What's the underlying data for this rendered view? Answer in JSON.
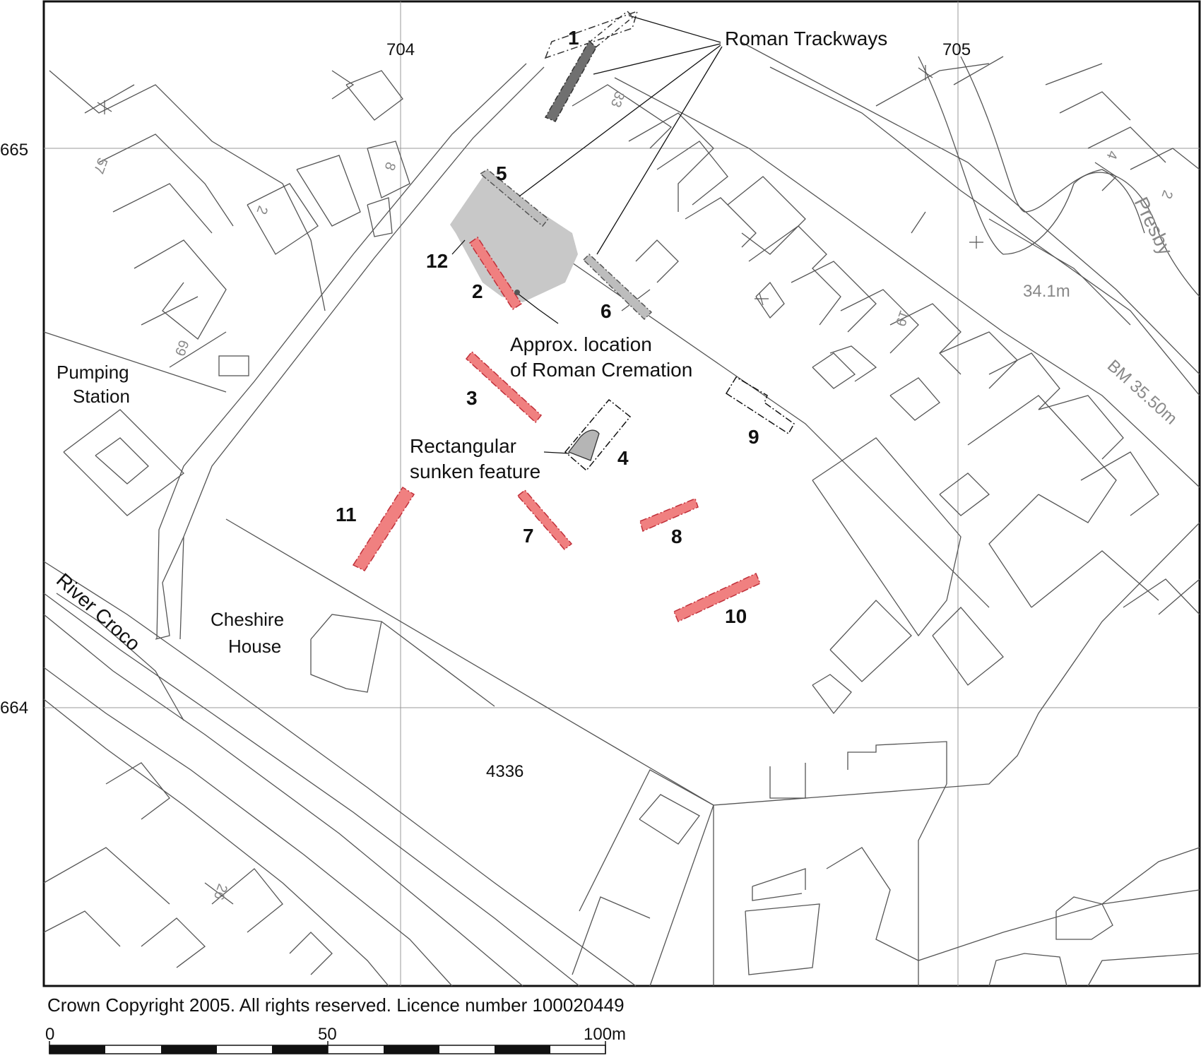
{
  "grid": {
    "eastings": [
      "704",
      "705"
    ],
    "northings": [
      "665",
      "664"
    ]
  },
  "map_labels": {
    "pumping_line1": "Pumping",
    "pumping_line2": "Station",
    "cheshire_line1": "Cheshire",
    "cheshire_line2": "House",
    "river": "River Croco",
    "parcel": "4336",
    "road": "Presby",
    "spot_height": "34.1m",
    "benchmark": "BM  35.50m"
  },
  "house_numbers": [
    "57",
    "69",
    "8",
    "2",
    "33",
    "4",
    "2",
    "19",
    "26"
  ],
  "annotations": {
    "trackways": "Roman Trackways",
    "cremation_line1": "Approx. location",
    "cremation_line2": "of Roman Cremation",
    "sunken_line1": "Rectangular",
    "sunken_line2": "sunken feature"
  },
  "trenches": [
    "1",
    "2",
    "3",
    "4",
    "5",
    "6",
    "7",
    "8",
    "9",
    "10",
    "11",
    "12"
  ],
  "colors": {
    "trench_fill": "#f08080",
    "trench_stroke": "#c0303a",
    "trackway_dark": "#707070",
    "trackway_light": "#bdbdbd",
    "cremation_area": "#c8c8c8",
    "base_lines": "#555555"
  },
  "footer": {
    "copyright": "Crown Copyright 2005. All rights reserved. Licence number 100020449",
    "scale_labels": [
      "0",
      "50",
      "100m"
    ]
  }
}
